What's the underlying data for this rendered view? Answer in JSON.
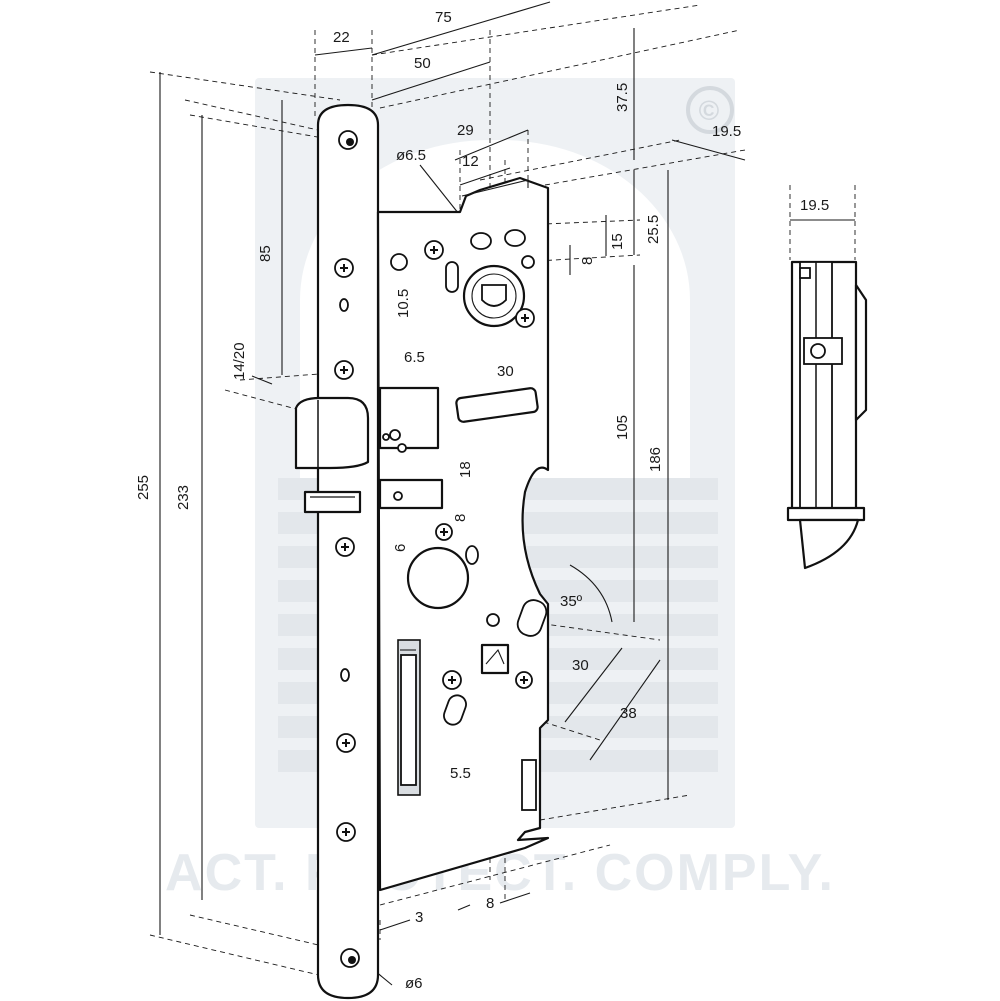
{
  "watermark": {
    "slogan": "ACT. PROTECT. COMPLY.",
    "copyright_symbol": "©"
  },
  "dimensions": {
    "d22": "22",
    "d75": "75",
    "d50": "50",
    "d37_5": "37.5",
    "d19_5_top": "19.5",
    "d29": "29",
    "d6_5_dia": "ø6.5",
    "d12": "12",
    "d15": "15",
    "d25_5": "25.5",
    "d8_upper": "8",
    "d10_5": "10.5",
    "d6_5": "6.5",
    "d30_upper": "30",
    "d85": "85",
    "d14_20": "14/20",
    "d255": "255",
    "d233": "233",
    "d105": "105",
    "d186": "186",
    "d18": "18",
    "d8_mid": "8",
    "d6": "6",
    "d35deg": "35º",
    "d30_lower": "30",
    "d38": "38",
    "d5_5": "5.5",
    "d3": "3",
    "d8_bottom": "8",
    "d6_dia": "ø6",
    "side_19_5": "19.5"
  },
  "icons": {
    "main": "mortise-lock-drawing",
    "side": "lock-side-view"
  }
}
